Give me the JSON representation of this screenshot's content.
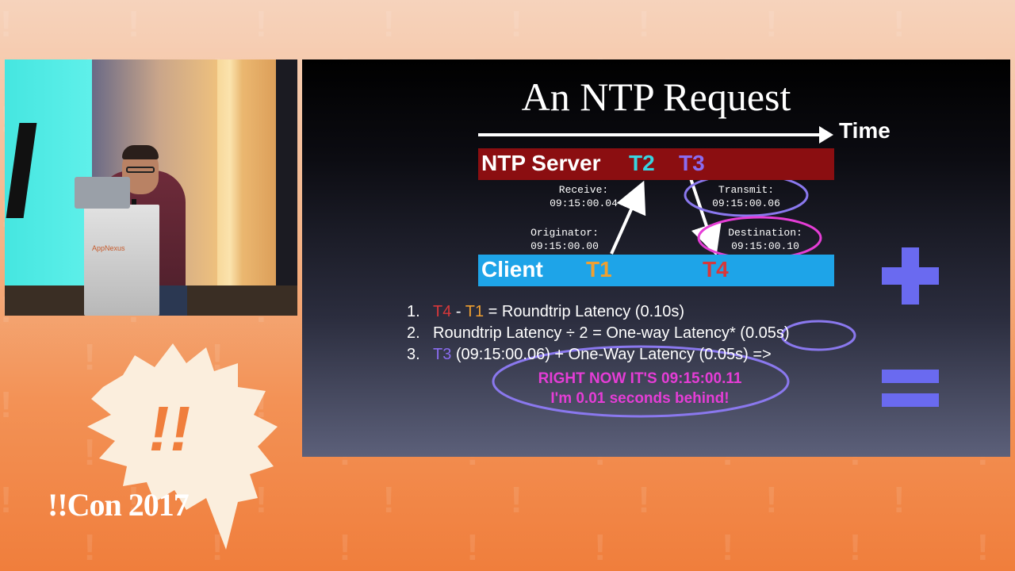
{
  "conference": {
    "name": "!!Con 2017",
    "logo_mark": "!!"
  },
  "video": {
    "podium_logo": "AppNexus"
  },
  "slide": {
    "title": "An NTP Request",
    "time_axis_label": "Time",
    "server_label": "NTP Server",
    "client_label": "Client",
    "t1": "T1",
    "t2": "T2",
    "t3": "T3",
    "t4": "T4",
    "receive_label": "Receive:",
    "receive_time": "09:15:00.04",
    "transmit_label": "Transmit:",
    "transmit_time": "09:15:00.06",
    "originator_label": "Originator:",
    "originator_time": "09:15:00.00",
    "destination_label": "Destination:",
    "destination_time": "09:15:00.10",
    "steps": [
      {
        "num": "1.",
        "a": "T4",
        "b": " - ",
        "c": "T1",
        "d": " = Roundtrip Latency (0.10s)"
      },
      {
        "num": "2.",
        "text": "Roundtrip Latency ÷ 2 = One-way Latency* (0.05s)"
      },
      {
        "num": "3.",
        "a": "T3",
        "d": " (09:15:00.06) + One-Way Latency (0.05s) =>"
      }
    ],
    "result_line1": "RIGHT NOW IT'S 09:15:00.11",
    "result_line2": "I'm 0.01 seconds behind!"
  },
  "colors": {
    "server_bar": "#8b0e11",
    "client_bar": "#1ea4e8",
    "t1": "#f0a030",
    "t2": "#38d4e0",
    "t3": "#8a6cf0",
    "t4": "#d8373a",
    "highlight_pink": "#e53dd6",
    "highlight_purple": "#8a78ee"
  }
}
